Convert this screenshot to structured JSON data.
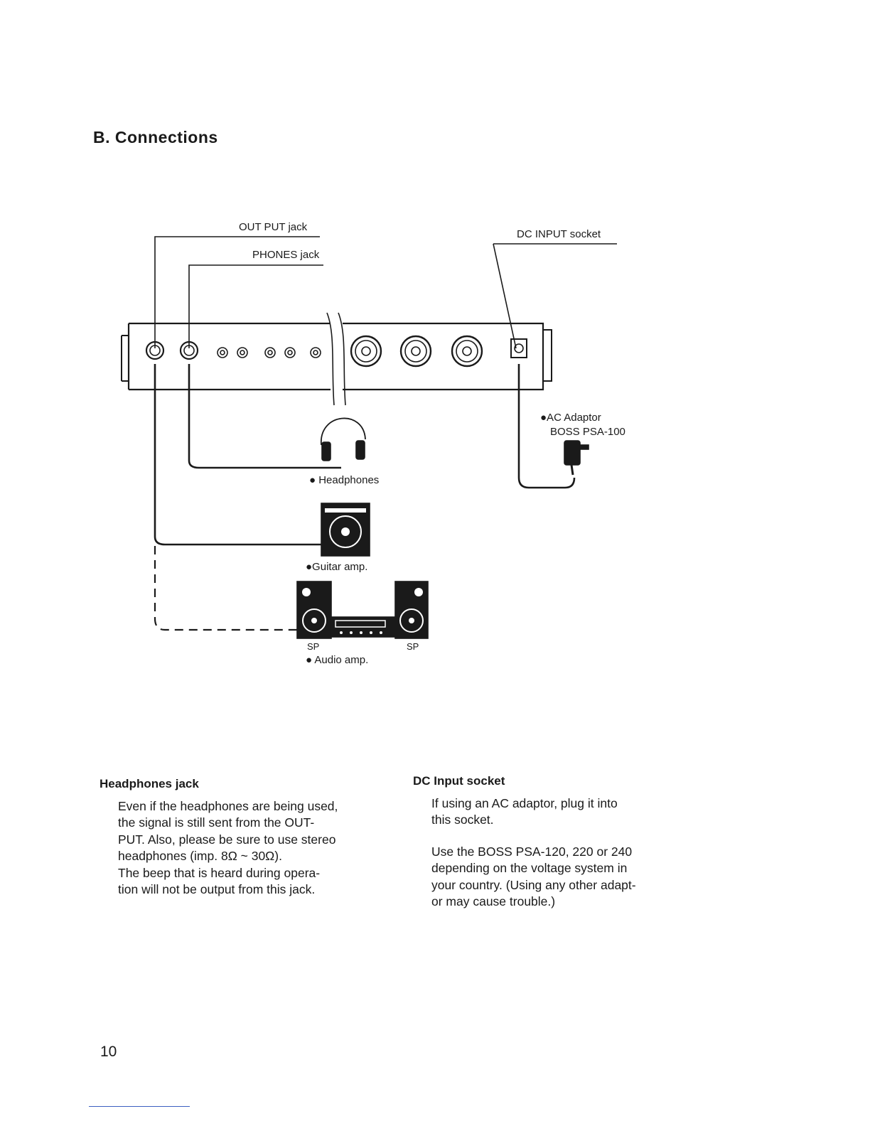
{
  "title": "B. Connections",
  "diagram": {
    "labels": {
      "output_jack": "OUT PUT jack",
      "phones_jack": "PHONES jack",
      "dc_input_socket": "DC INPUT socket",
      "headphones": "● Headphones",
      "guitar_amp": "●Guitar amp.",
      "audio_amp": "● Audio amp.",
      "sp_left": "SP",
      "sp_right": "SP",
      "ac_adaptor_line1": "●AC Adaptor",
      "ac_adaptor_line2": "BOSS PSA-100"
    }
  },
  "left_column": {
    "heading": "Headphones jack",
    "lines": [
      "Even if the headphones are being used,",
      "the signal is still sent from the OUT-",
      "PUT. Also, please be sure to use stereo",
      "headphones (imp. 8Ω ~ 30Ω).",
      "The beep that is heard during opera-",
      "tion will not be output from this jack."
    ]
  },
  "right_column": {
    "heading": "DC Input socket",
    "paragraph1": [
      "If using an AC adaptor, plug it into",
      "this socket."
    ],
    "paragraph2": [
      "Use the BOSS PSA-120, 220 or 240",
      "depending on the voltage system in",
      "your country. (Using any other adapt-",
      "or may cause trouble.)"
    ]
  },
  "page_number": "10"
}
